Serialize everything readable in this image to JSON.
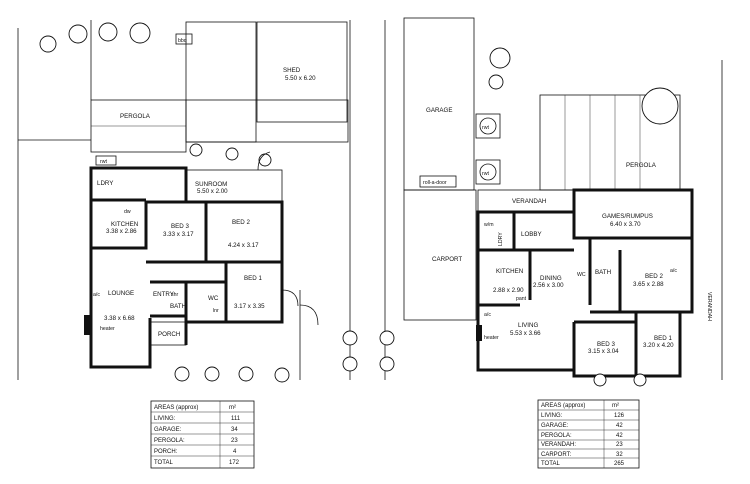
{
  "left_plan": {
    "bbq": "bbq",
    "shed": {
      "name": "SHED",
      "dims": "5.50 x 6.20"
    },
    "pergola": "PERGOLA",
    "rwt": "rwt",
    "ldry": "LDRY",
    "sunroom": {
      "name": "SUNROOM",
      "dims": "5.50 x 2.00"
    },
    "kitchen": {
      "name": "KITCHEN",
      "dims": "3.38 x 2.86"
    },
    "dw": "dw",
    "bed3": {
      "name": "BED 3",
      "dims": "3.33 x 3.17"
    },
    "bed2": {
      "name": "BED 2",
      "dims": "4.24 x 3.17"
    },
    "lounge": {
      "name": "LOUNGE",
      "dims": "3.38 x 6.68"
    },
    "ac": "a/c",
    "heater": "heater",
    "entry": "ENTRY",
    "shr": "shr",
    "bath": "BATH",
    "wc": "WC",
    "lnr": "lnr",
    "bed1": {
      "name": "BED 1",
      "dims": "3.17 x 3.35"
    },
    "porch": "PORCH"
  },
  "right_plan": {
    "garage": "GARAGE",
    "rwt1": "rwt",
    "rwt2": "rwt",
    "rollerdoor": "roll-a-door",
    "pergola": "PERGOLA",
    "verandah": "VERANDAH",
    "games": {
      "name": "GAMES/RUMPUS",
      "dims": "6.40 x 3.70"
    },
    "carport": "CARPORT",
    "wm": "w/m",
    "ldry": "LDRY",
    "lobby": "LOBBY",
    "kitchen": {
      "name": "KITCHEN",
      "dims": "2.88 x 2.90"
    },
    "dining": {
      "name": "DINING",
      "dims": "2.56 x 3.00"
    },
    "wc": "WC",
    "bath": "BATH",
    "ac_bed2": "a/c",
    "bed2": {
      "name": "BED 2",
      "dims": "3.65 x 2.88"
    },
    "verandah_side": "VERANDAH",
    "pant": "pant",
    "ac_living": "a/c",
    "heater": "heater",
    "living": {
      "name": "LIVING",
      "dims": "5.53 x 3.66"
    },
    "bed1": {
      "name": "BED 1",
      "dims": "3.20 x 4.20"
    },
    "bed3": {
      "name": "BED 3",
      "dims": "3.15 x 3.04"
    }
  },
  "left_table": {
    "heading": "AREAS (approx)",
    "unit": "m²",
    "rows": [
      {
        "label": "LIVING:",
        "value": "111"
      },
      {
        "label": "GARAGE:",
        "value": "34"
      },
      {
        "label": "PERGOLA:",
        "value": "23"
      },
      {
        "label": "PORCH:",
        "value": "4"
      }
    ],
    "total_label": "TOTAL",
    "total_value": "172"
  },
  "right_table": {
    "heading": "AREAS (approx)",
    "unit": "m²",
    "rows": [
      {
        "label": "LIVING:",
        "value": "126"
      },
      {
        "label": "GARAGE:",
        "value": "42"
      },
      {
        "label": "PERGOLA:",
        "value": "42"
      },
      {
        "label": "VERANDAH:",
        "value": "23"
      },
      {
        "label": "CARPORT:",
        "value": "32"
      }
    ],
    "total_label": "TOTAL",
    "total_value": "265"
  }
}
